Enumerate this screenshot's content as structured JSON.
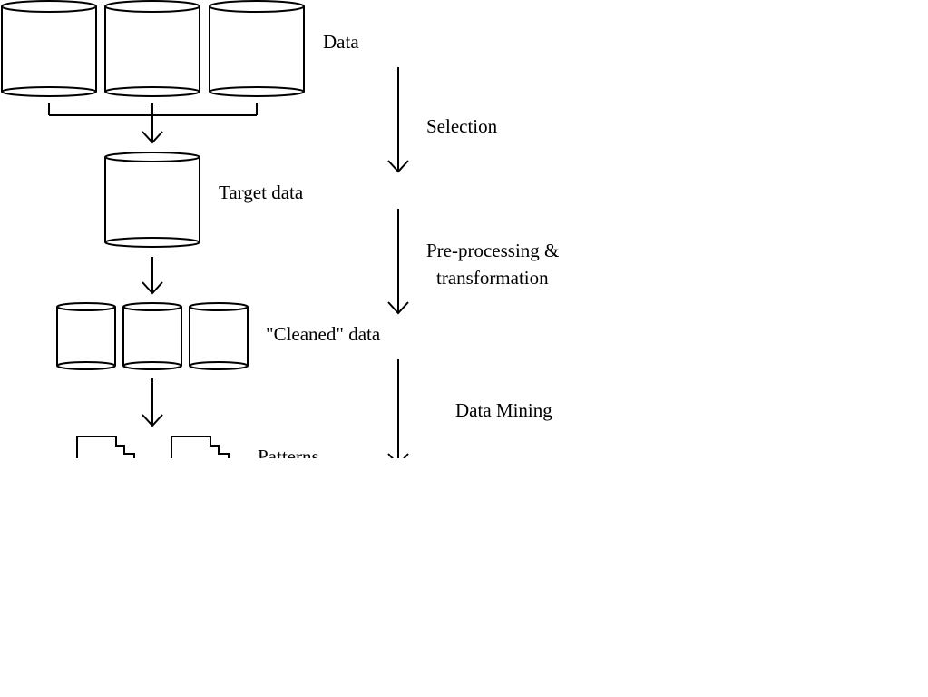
{
  "diagram": {
    "stages": {
      "data_label": "Data",
      "target_label": "Target data",
      "cleaned_label": "\"Cleaned\" data",
      "patterns_label": "Patterns"
    },
    "steps": {
      "selection": "Selection",
      "preprocessing_line1": "Pre-processing &",
      "preprocessing_line2": "transformation",
      "mining": "Data Mining"
    },
    "colors": {
      "stroke": "#000000",
      "background": "#ffffff"
    }
  }
}
